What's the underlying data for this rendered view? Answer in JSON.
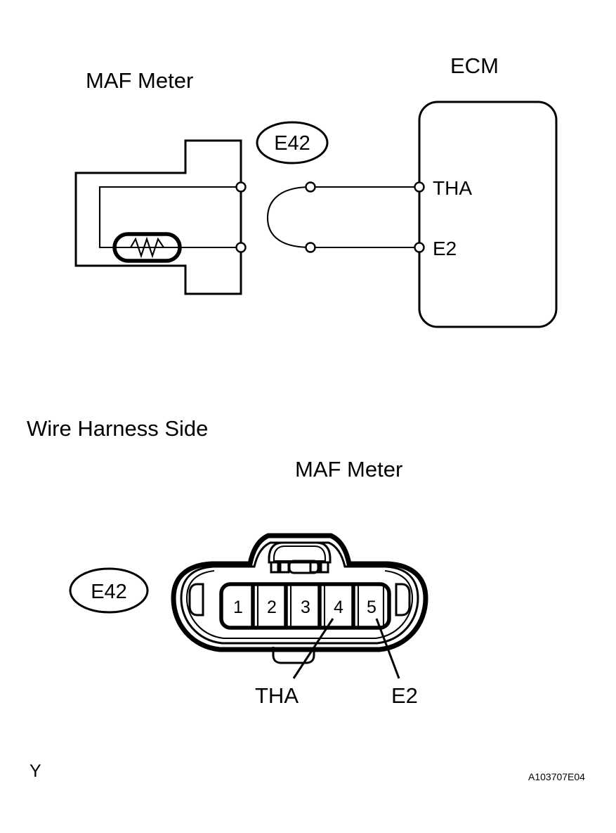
{
  "figure": {
    "reference_code": "A103707E04",
    "bottom_left_mark": "Y"
  },
  "schematic": {
    "maf_meter_title": "MAF Meter",
    "ecm_title": "ECM",
    "connector_badge": "E42",
    "ecm_terminals": [
      {
        "name": "THA"
      },
      {
        "name": "E2"
      }
    ],
    "component": {
      "name": "thermistor",
      "symbol": "resistor-zigzag"
    }
  },
  "harness": {
    "section_title": "Wire Harness Side",
    "connector_title": "MAF Meter",
    "connector_badge": "E42",
    "pins": [
      {
        "number": "1",
        "signal": ""
      },
      {
        "number": "2",
        "signal": ""
      },
      {
        "number": "3",
        "signal": ""
      },
      {
        "number": "4",
        "signal": "THA"
      },
      {
        "number": "5",
        "signal": "E2"
      }
    ],
    "callouts": [
      {
        "label": "THA",
        "pin": "4"
      },
      {
        "label": "E2",
        "pin": "5"
      }
    ]
  },
  "colors": {
    "ink": "#000000",
    "paper": "#ffffff"
  }
}
